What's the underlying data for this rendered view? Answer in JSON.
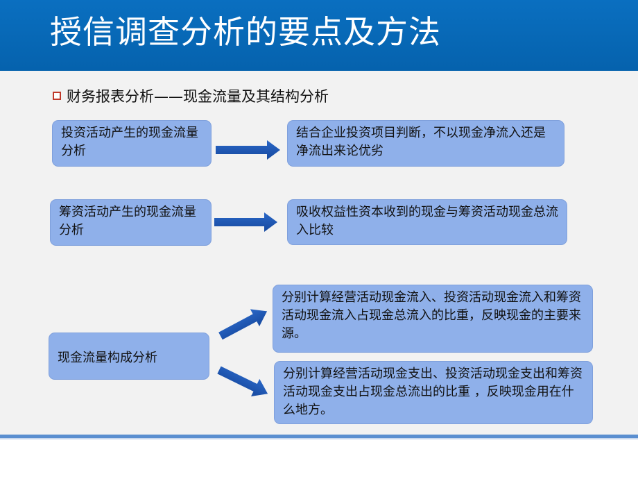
{
  "header": {
    "title": "授信调查分析的要点及方法"
  },
  "section": {
    "subtitle": "财务报表分析——现金流量及其结构分析"
  },
  "rows": [
    {
      "left": "投资活动产生的现金流量分析",
      "right": "结合企业投资项目判断，不以现金净流入还是净流出来论优劣"
    },
    {
      "left": "筹资活动产生的现金流量分析",
      "right": "吸收权益性资本收到的现金与筹资活动现金总流入比较"
    },
    {
      "left": "现金流量构成分析",
      "right_top": "分别计算经营活动现金流入、投资活动现金流入和筹资活动现金流入占现金总流入的比重，反映现金的主要来源。",
      "right_bottom": "分别计算经营活动现金支出、投资活动现金支出和筹资活动现金支出占现金总流出的比重 ，反映现金用在什么地方。"
    }
  ],
  "colors": {
    "header": "#0562ad",
    "box_fill": "#8fb0ea",
    "arrow": "#1f56b5",
    "bullet": "#c0392b"
  }
}
